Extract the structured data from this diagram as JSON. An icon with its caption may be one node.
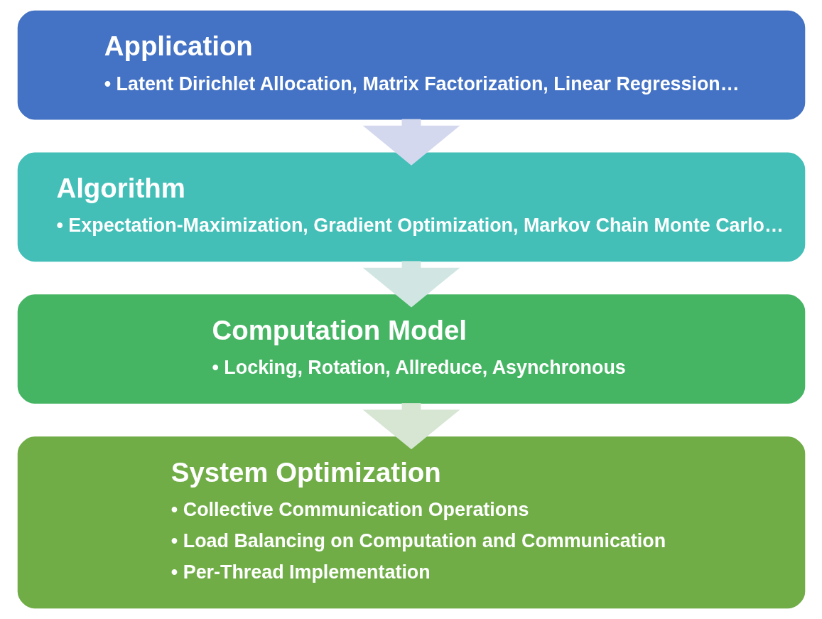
{
  "diagram": {
    "nodes": [
      {
        "text": [
          "Application",
          "• Latent Dirichlet Allocation, Matrix Factorization, Linear Regression…"
        ]
      },
      {
        "text": [
          "Algorithm",
          "• Expectation-Maximization, Gradient Optimization, Markov Chain Monte Carlo…"
        ]
      },
      {
        "text": [
          "Computation Model",
          "• Locking, Rotation, Allreduce, Asynchronous"
        ]
      },
      {
        "text": [
          "System Optimization",
          "• Collective Communication Operations",
          "• Load Balancing on Computation and Communication",
          "• Per-Thread Implementation"
        ]
      }
    ],
    "edges": [
      {
        "from": 0,
        "to": 1,
        "arrow": "to"
      },
      {
        "from": 1,
        "to": 2,
        "arrow": "to"
      },
      {
        "from": 2,
        "to": 3,
        "arrow": "to"
      }
    ]
  }
}
